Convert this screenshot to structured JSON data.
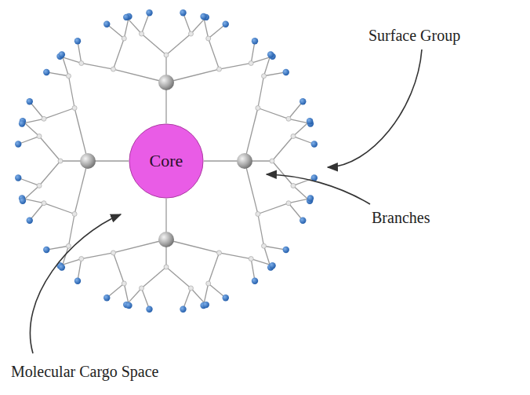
{
  "diagram": {
    "nodes": [
      {
        "text": [
          "Core"
        ]
      }
    ],
    "labels": [
      "Surface Group",
      "Branches",
      "Molecular Cargo Space"
    ]
  }
}
